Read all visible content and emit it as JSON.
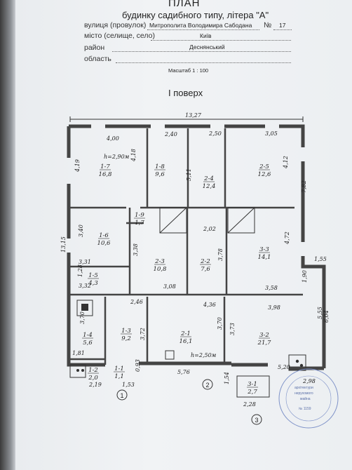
{
  "header": {
    "title": "ПЛАН",
    "subtitle": "будинку садибного типу,   літера \"А\"",
    "street_label": "вулиця (провулок)",
    "street_value": "Митрополита Володимира Сабодана",
    "number_label": "№",
    "number_value": "17",
    "city_label": "місто (селище, село)",
    "city_value": "Київ",
    "district_label": "район",
    "district_value": "Деснянський",
    "region_label": "область",
    "scale": "Масштаб 1 : 100"
  },
  "floor_title": "І поверх",
  "rooms": [
    {
      "num": "1-7",
      "area": "16,8"
    },
    {
      "num": "1-8",
      "area": "9,6"
    },
    {
      "num": "2-4",
      "area": "12,4"
    },
    {
      "num": "2-5",
      "area": "12,6"
    },
    {
      "num": "1-9",
      "area": "1,7"
    },
    {
      "num": "1-6",
      "area": "10,6"
    },
    {
      "num": "2-3",
      "area": "10,8"
    },
    {
      "num": "2-2",
      "area": "7,6"
    },
    {
      "num": "3-3",
      "area": "14,1"
    },
    {
      "num": "1-5",
      "area": "4,3"
    },
    {
      "num": "1-4",
      "area": "5,6"
    },
    {
      "num": "1-3",
      "area": "9,2"
    },
    {
      "num": "2-1",
      "area": "16,1"
    },
    {
      "num": "3-2",
      "area": "21,7"
    },
    {
      "num": "1-2",
      "area": "2,0"
    },
    {
      "num": "1-1",
      "area": "1,1"
    },
    {
      "num": "3-1",
      "area": "2,7"
    }
  ],
  "dimensions": [
    "13,27",
    "4,00",
    "2,40",
    "2,50",
    "3,05",
    "4,19",
    "4,18",
    "5,11",
    "4,12",
    "7,82",
    "13,15",
    "3,40",
    "3,38",
    "2,02",
    "4,72",
    "3,78",
    "1,55",
    "3,31",
    "1,28",
    "3,32",
    "3,08",
    "3,58",
    "1,90",
    "2,46",
    "4,36",
    "3,98",
    "3,70",
    "3,72",
    "3,70",
    "3,73",
    "5,55",
    "6,04",
    "1,81",
    "0,93",
    "5,76",
    "5,20",
    "2,19",
    "1,53",
    "1,54",
    "2,28",
    "2,98"
  ],
  "heights": [
    "h=2,90м",
    "h=2,50м"
  ],
  "entrances": [
    "1",
    "2",
    "3"
  ],
  "stamp_lines": [
    "архітектури",
    "нерухомого",
    "майна",
    "№ 1159"
  ]
}
